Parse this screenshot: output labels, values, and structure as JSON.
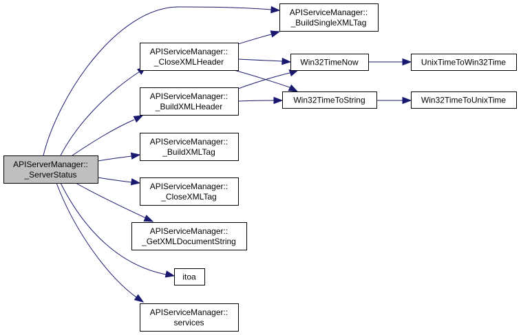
{
  "diagram": {
    "type": "call-graph",
    "edge_color": "#191970",
    "root_fill": "#bfbfbf",
    "nodes": [
      {
        "id": "serverstatus",
        "lines": [
          "APIServerManager::",
          "_ServerStatus"
        ],
        "root": true
      },
      {
        "id": "buildsinglexmltag",
        "lines": [
          "APIServiceManager::",
          "_BuildSingleXMLTag"
        ]
      },
      {
        "id": "closexmlheader",
        "lines": [
          "APIServiceManager::",
          "_CloseXMLHeader"
        ]
      },
      {
        "id": "buildxmlheader",
        "lines": [
          "APIServiceManager::",
          "_BuildXMLHeader"
        ]
      },
      {
        "id": "buildxmltag",
        "lines": [
          "APIServiceManager::",
          "_BuildXMLTag"
        ]
      },
      {
        "id": "closexmltag",
        "lines": [
          "APIServiceManager::",
          "_CloseXMLTag"
        ]
      },
      {
        "id": "getxmldocumentstring",
        "lines": [
          "APIServiceManager::",
          "_GetXMLDocumentString"
        ]
      },
      {
        "id": "itoa",
        "lines": [
          "itoa"
        ]
      },
      {
        "id": "services",
        "lines": [
          "APIServiceManager::",
          "services"
        ]
      },
      {
        "id": "win32timenow",
        "lines": [
          "Win32TimeNow"
        ]
      },
      {
        "id": "win32timetostring",
        "lines": [
          "Win32TimeToString"
        ]
      },
      {
        "id": "unixtimetowin32time",
        "lines": [
          "UnixTimeToWin32Time"
        ]
      },
      {
        "id": "win32timetounixtime",
        "lines": [
          "Win32TimeToUnixTime"
        ]
      }
    ],
    "edges": [
      {
        "from": "serverstatus",
        "to": "buildsinglexmltag"
      },
      {
        "from": "serverstatus",
        "to": "closexmlheader"
      },
      {
        "from": "serverstatus",
        "to": "buildxmlheader"
      },
      {
        "from": "serverstatus",
        "to": "buildxmltag"
      },
      {
        "from": "serverstatus",
        "to": "closexmltag"
      },
      {
        "from": "serverstatus",
        "to": "getxmldocumentstring"
      },
      {
        "from": "serverstatus",
        "to": "itoa"
      },
      {
        "from": "serverstatus",
        "to": "services"
      },
      {
        "from": "closexmlheader",
        "to": "buildsinglexmltag"
      },
      {
        "from": "closexmlheader",
        "to": "win32timenow"
      },
      {
        "from": "closexmlheader",
        "to": "win32timetostring"
      },
      {
        "from": "buildxmlheader",
        "to": "win32timenow"
      },
      {
        "from": "buildxmlheader",
        "to": "win32timetostring"
      },
      {
        "from": "win32timenow",
        "to": "unixtimetowin32time"
      },
      {
        "from": "win32timetostring",
        "to": "win32timetounixtime"
      }
    ]
  }
}
